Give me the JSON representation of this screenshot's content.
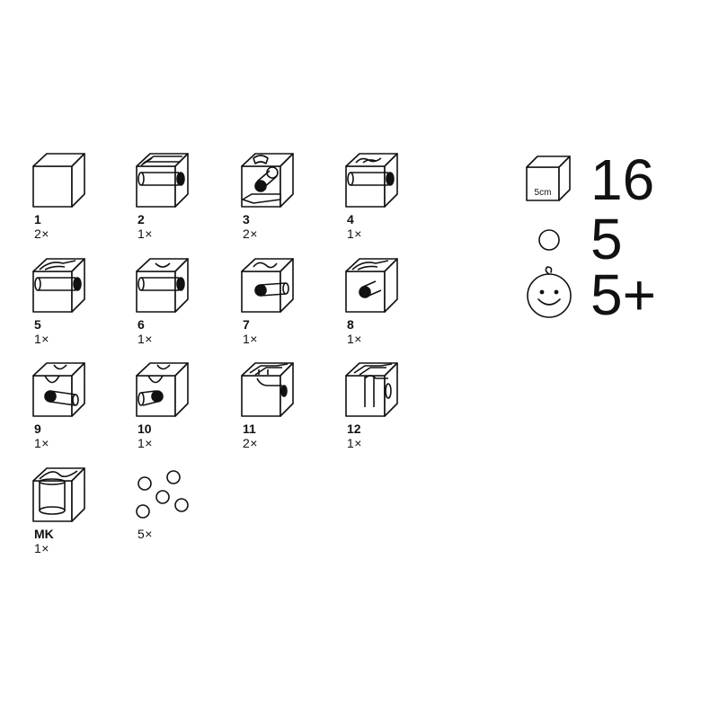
{
  "pieces": [
    {
      "number": "1",
      "qty": "2×",
      "icon": "plain-cube-icon"
    },
    {
      "number": "2",
      "qty": "1×",
      "icon": "tunnel-cube-icon"
    },
    {
      "number": "3",
      "qty": "2×",
      "icon": "ball-drop-cube-icon"
    },
    {
      "number": "4",
      "qty": "1×",
      "icon": "curve-tunnel-cube-icon"
    },
    {
      "number": "5",
      "qty": "1×",
      "icon": "side-curve-tunnel-cube-icon"
    },
    {
      "number": "6",
      "qty": "1×",
      "icon": "notch-tunnel-cube-icon"
    },
    {
      "number": "7",
      "qty": "1×",
      "icon": "notch-hole-cube-icon"
    },
    {
      "number": "8",
      "qty": "1×",
      "icon": "curve-hole-cube-icon"
    },
    {
      "number": "9",
      "qty": "1×",
      "icon": "v-notch-hole-cube-icon"
    },
    {
      "number": "10",
      "qty": "1×",
      "icon": "v-notch-angled-hole-cube-icon"
    },
    {
      "number": "11",
      "qty": "2×",
      "icon": "cross-channel-cube-icon"
    },
    {
      "number": "12",
      "qty": "1×",
      "icon": "drop-channel-cube-icon"
    },
    {
      "number": "MK",
      "qty": "1×",
      "icon": "bowl-cube-icon"
    },
    {
      "number": "",
      "qty": "5×",
      "icon": "marbles-icon"
    }
  ],
  "summary": {
    "cube_label": "5cm",
    "cube_count": "16",
    "marble_count": "5",
    "age": "5+"
  }
}
